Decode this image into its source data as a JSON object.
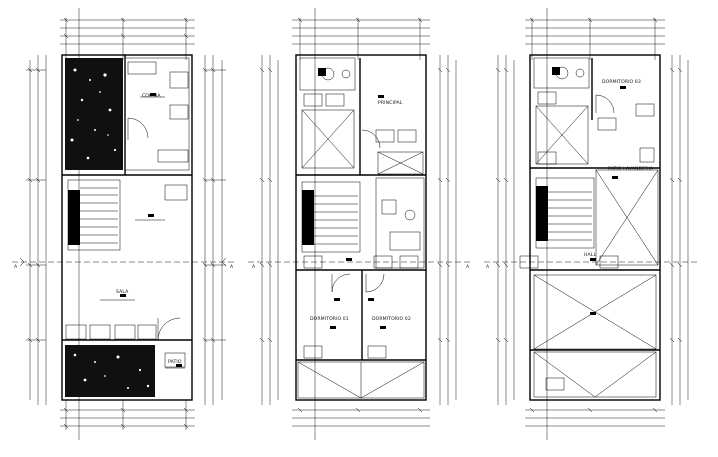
{
  "drawing": {
    "colors": {
      "line": "#000000",
      "background": "#ffffff",
      "hatch": "#101010"
    },
    "plans": [
      {
        "rooms": [
          "COCINA",
          "SALA",
          "PATIO"
        ],
        "section_marks": [
          "A",
          "A"
        ]
      },
      {
        "rooms": [
          "PRINCIPAL",
          "DORMITORIO 01",
          "DORMITORIO 02"
        ],
        "section_marks": [
          "A",
          "A"
        ]
      },
      {
        "rooms": [
          "DORMITORIO 03",
          "PATIO LAVANDERIA",
          "HALL"
        ],
        "section_marks": [
          "A"
        ]
      }
    ]
  }
}
